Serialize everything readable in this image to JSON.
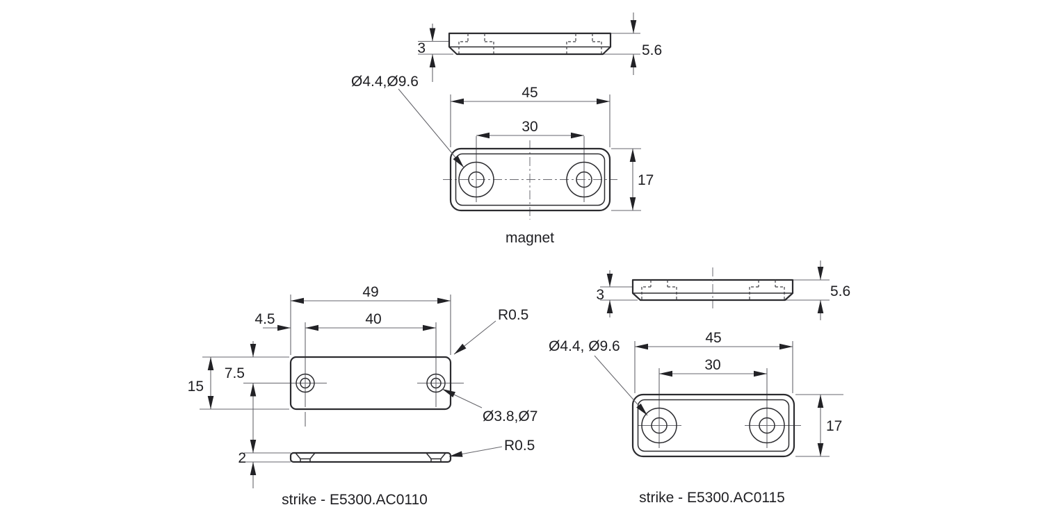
{
  "colors": {
    "background": "#ffffff",
    "outline": "#2b2b2f",
    "dimension_lines": "#66666c",
    "text": "#1e1e22"
  },
  "magnet": {
    "label": "magnet",
    "side": {
      "step_height": "3",
      "total_height": "5.6"
    },
    "top": {
      "width": "45",
      "hole_spacing": "30",
      "depth": "17",
      "hole_callout": "Ø4.4,Ø9.6"
    }
  },
  "strike_ac0110": {
    "label": "strike - E5300.AC0110",
    "top": {
      "width": "49",
      "hole_spacing": "40",
      "edge_to_hole": "4.5",
      "top_to_hole": "7.5",
      "depth": "15",
      "corner_radius_callout": "R0.5",
      "hole_callout": "Ø3.8,Ø7"
    },
    "side": {
      "thickness": "2",
      "corner_radius_callout": "R0.5"
    }
  },
  "strike_ac0115": {
    "label": "strike - E5300.AC0115",
    "side": {
      "step_height": "3",
      "total_height": "5.6"
    },
    "top": {
      "width": "45",
      "hole_spacing": "30",
      "depth": "17",
      "hole_callout": "Ø4.4, Ø9.6"
    }
  }
}
